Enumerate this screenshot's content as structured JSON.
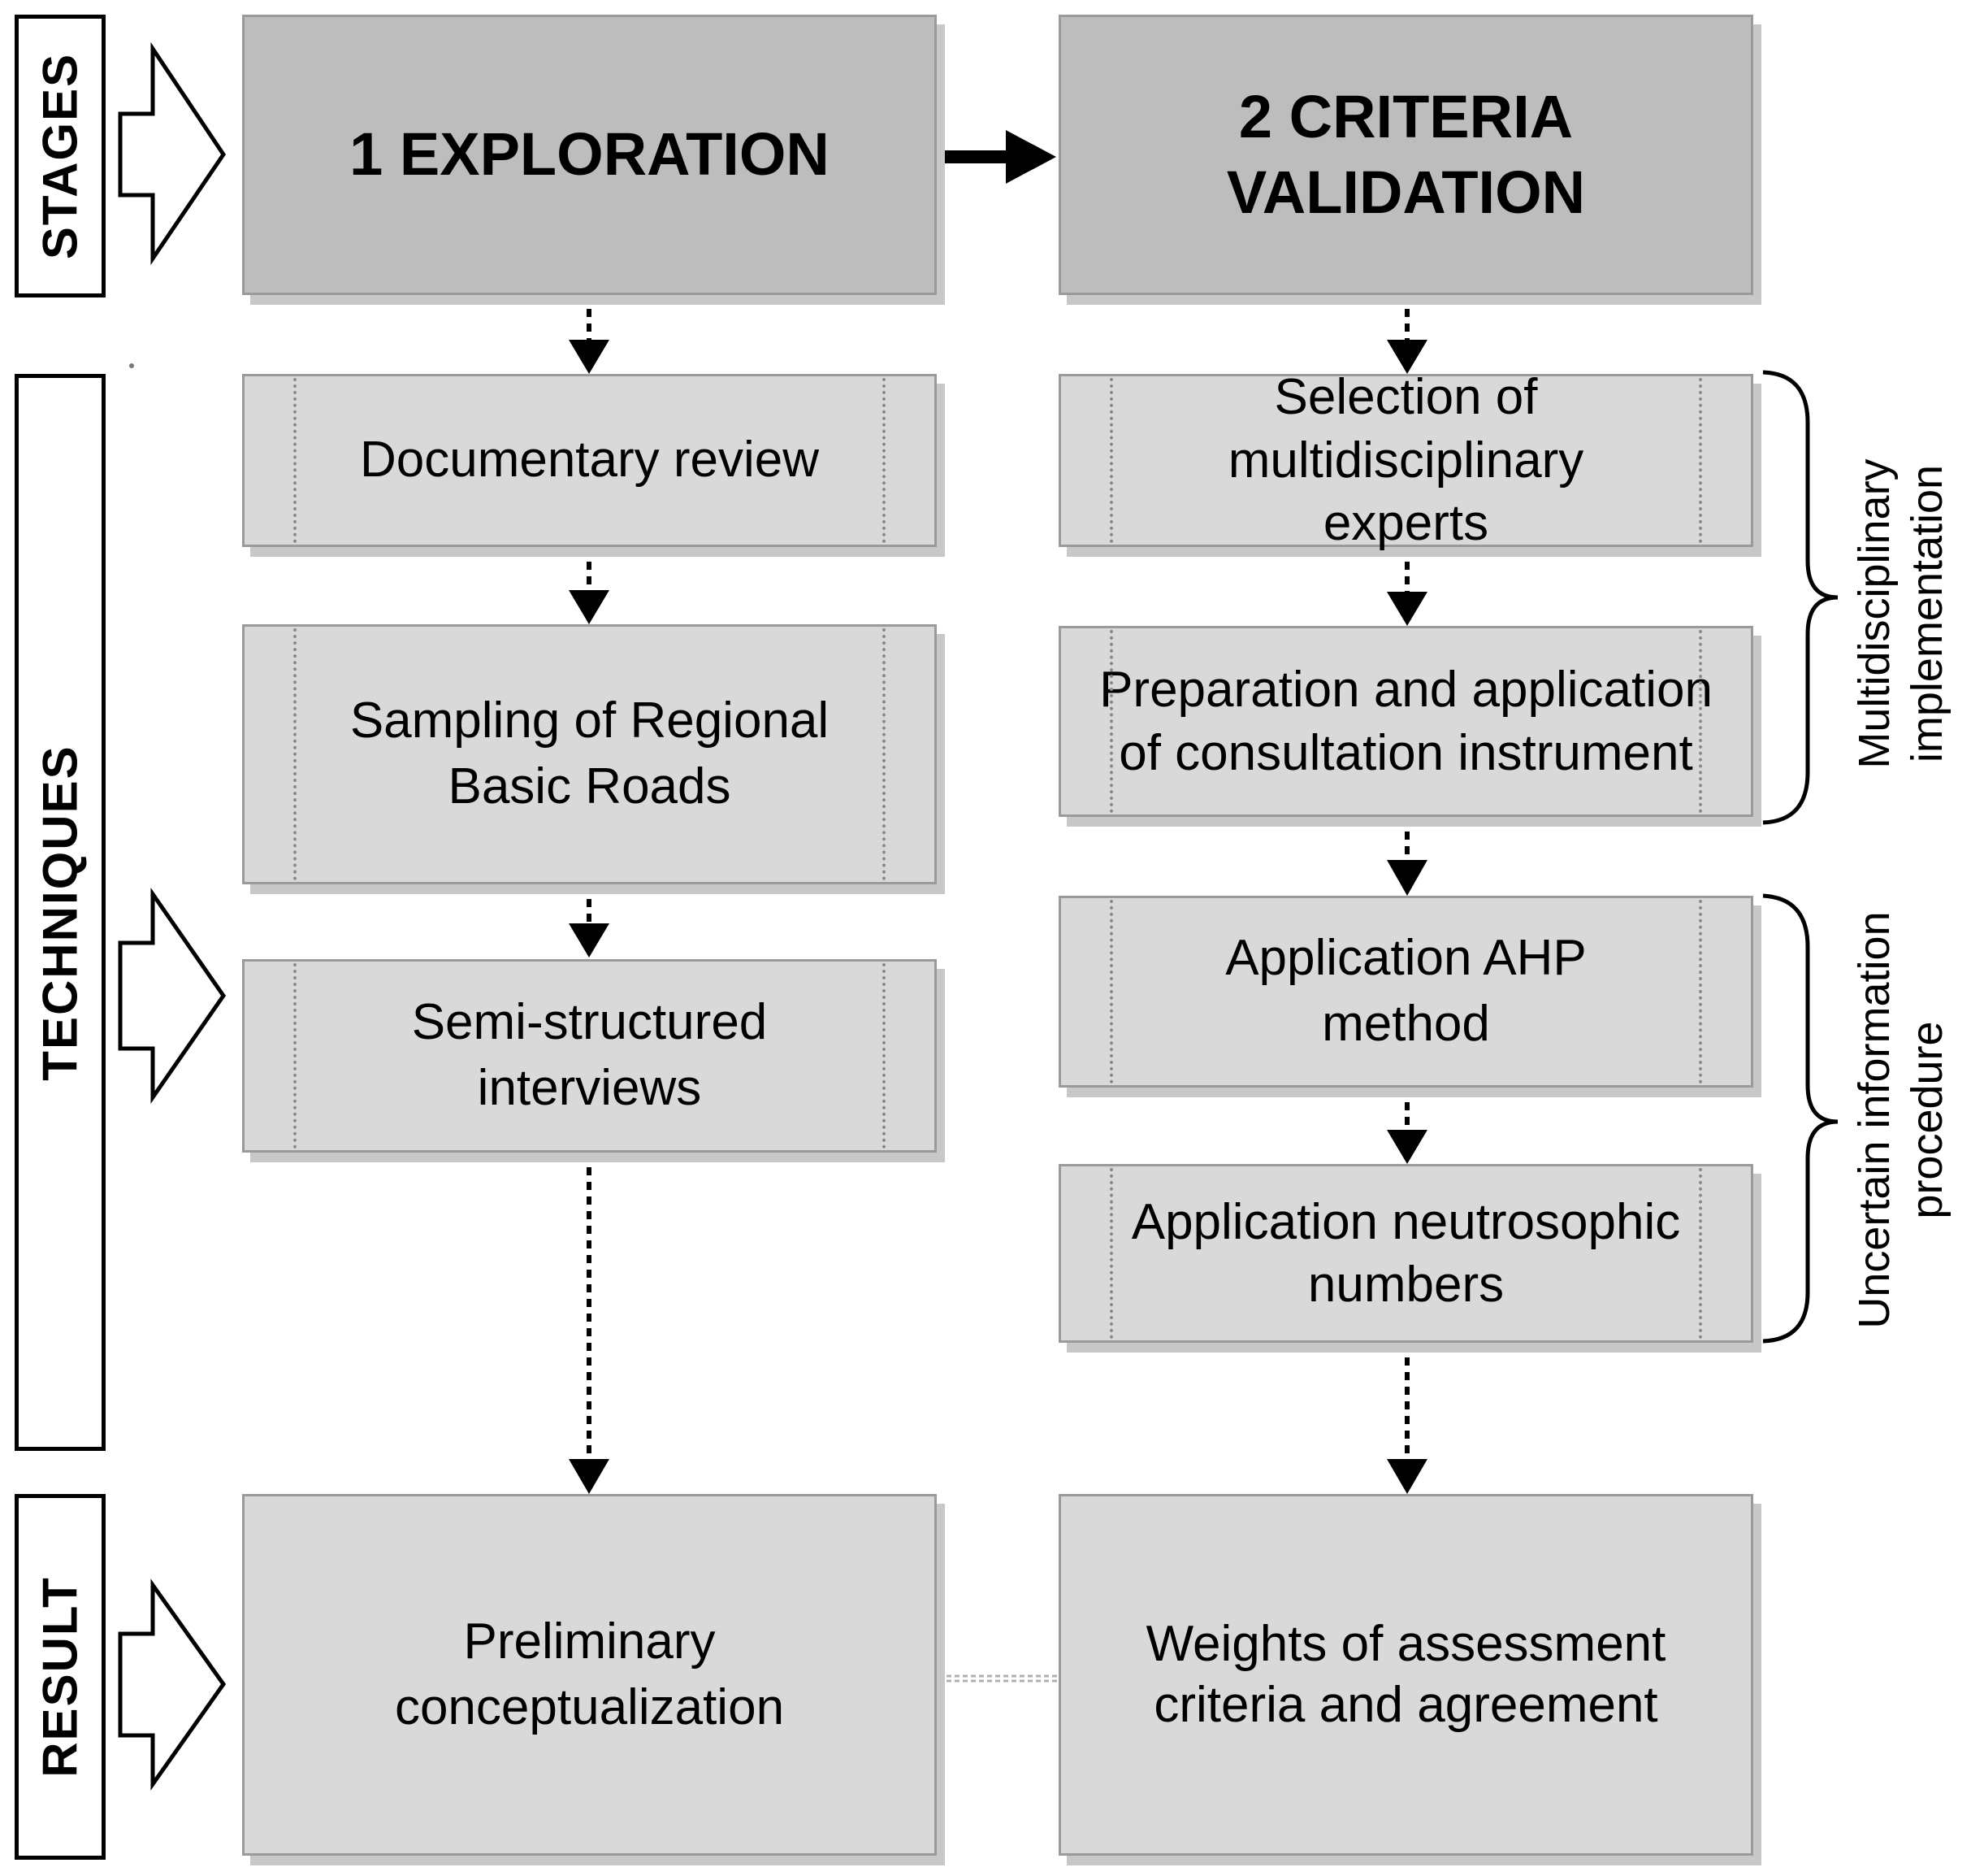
{
  "side_labels": {
    "stages": "STAGES",
    "techniques": "TECHNIQUES",
    "result": "RESULT"
  },
  "stages": {
    "exploration": "1 EXPLORATION",
    "criteria_validation": "2 CRITERIA VALIDATION"
  },
  "techniques_left": {
    "documentary_review": "Documentary review",
    "sampling": "Sampling of Regional Basic Roads",
    "interviews": "Semi-structured interviews"
  },
  "techniques_right": {
    "selection": "Selection of multidisciplinary experts",
    "preparation": "Preparation and application of consultation instrument",
    "ahp": "Application AHP method",
    "neutrosophic": "Application neutrosophic numbers"
  },
  "results": {
    "preliminary": "Preliminary conceptualization",
    "weights": "Weights of assessment criteria and agreement"
  },
  "brace_labels": {
    "multidisciplinary": "Multidisciplinary implementation",
    "uncertain": "Uncertain information procedure"
  }
}
